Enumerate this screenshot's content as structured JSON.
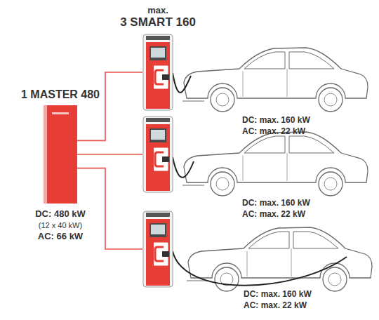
{
  "diagram": {
    "nodes": [
      {
        "text": [
          "1 MASTER 480",
          "DC: 480 kW",
          "(12 x 40 kW)",
          "AC: 66 kW"
        ]
      },
      {
        "text": [
          "max.",
          "3 SMART 160"
        ]
      },
      {
        "text": []
      },
      {
        "text": []
      }
    ],
    "edges": [
      {
        "from": 0,
        "to": 1,
        "arrow": "none"
      },
      {
        "from": 0,
        "to": 2,
        "arrow": "none"
      },
      {
        "from": 0,
        "to": 3,
        "arrow": "none"
      }
    ],
    "labels": [
      "DC: max. 160 kW",
      "AC: max. 22 kW",
      "DC: max. 160 kW",
      "AC: max. 22 kW",
      "DC: max. 160 kW",
      "AC: max. 22 kW"
    ]
  }
}
